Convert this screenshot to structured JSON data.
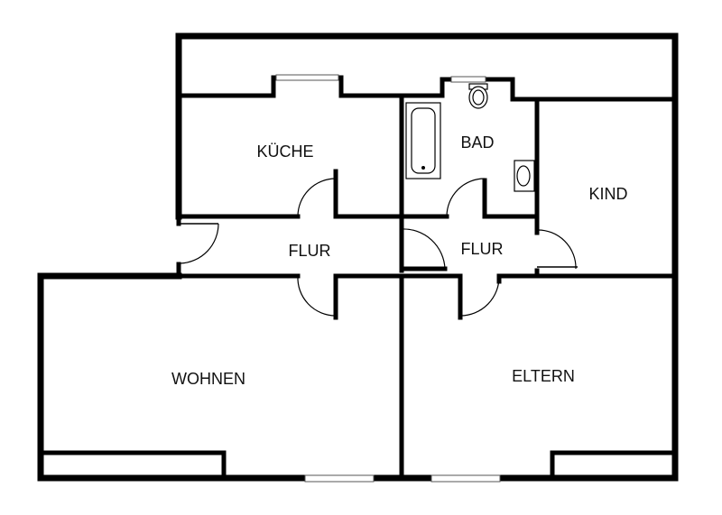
{
  "plan": {
    "rooms": {
      "kueche": "KÜCHE",
      "bad": "BAD",
      "kind": "KIND",
      "flur_left": "FLUR",
      "flur_right": "FLUR",
      "wohnen": "WOHNEN",
      "eltern": "ELTERN"
    },
    "colors": {
      "wall": "#000000",
      "background": "#ffffff"
    }
  }
}
